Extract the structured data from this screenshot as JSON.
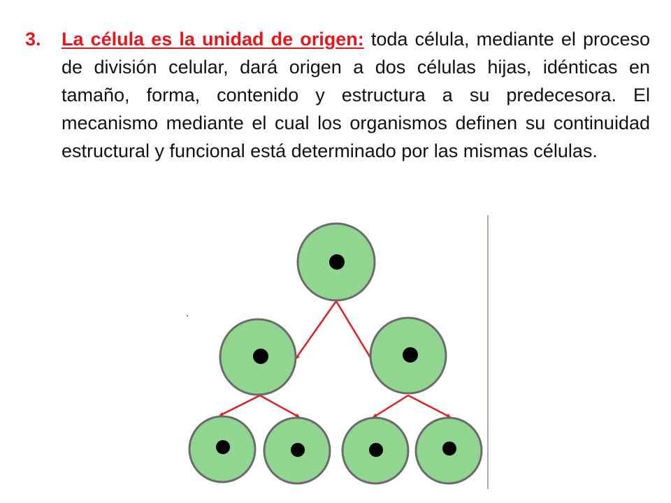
{
  "point": {
    "number": "3.",
    "lead": "La célula es la unidad de origen:",
    "body": " toda célula, mediante el proceso de división celular, dará origen a dos células hijas, idénticas en tamaño, forma, contenido y estructura a su predecesora. El mecanismo mediante el cual los organismos definen su continuidad estructural y funcional está determinado por las mismas células."
  },
  "colors": {
    "lead_text": "#e8161b",
    "cell_fill": "#90d690",
    "cell_border": "#6b6b6b",
    "arrow": "#e02020",
    "nucleus": "#000000",
    "divider_line": "#8a90c0"
  }
}
